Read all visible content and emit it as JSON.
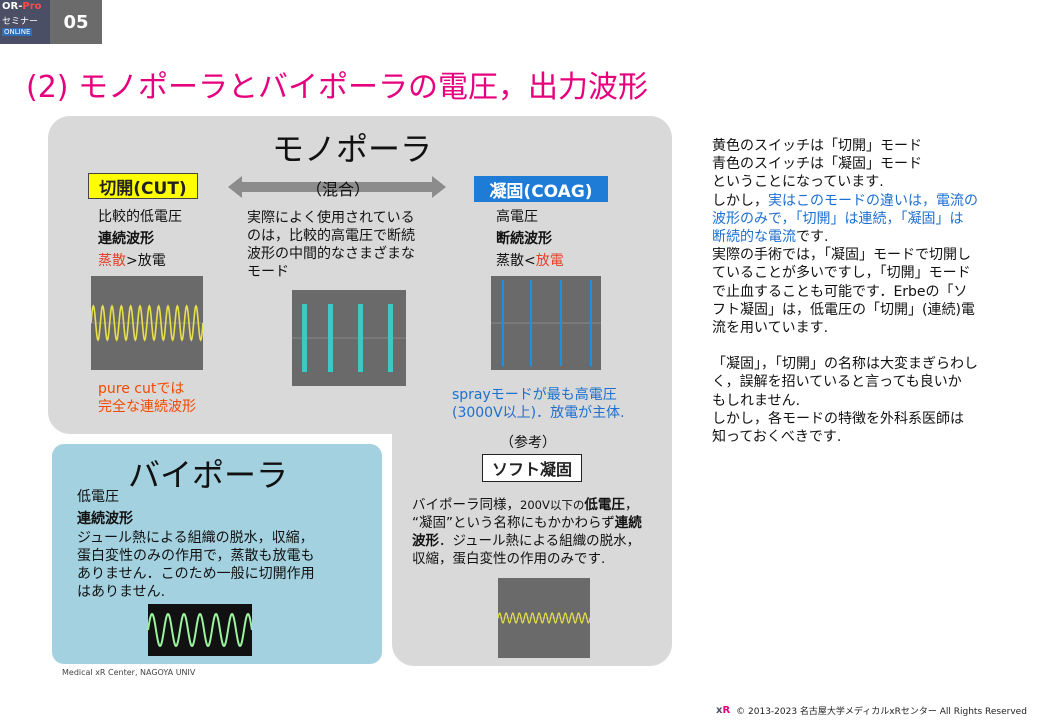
{
  "badge": {
    "logo_line1a": "OR-",
    "logo_line1b": "Pro",
    "logo_line2": "セミナー",
    "logo_line3": "ONLINE",
    "number": "05"
  },
  "title": "(2) モノポーラとバイポーラの電圧，出力波形",
  "monopolar": {
    "title": "モノポーラ",
    "cut": {
      "tag": "切開(CUT)",
      "line1": "比較的低電圧",
      "line2": "連続波形",
      "line3a": "蒸散",
      "line3b": ">放電",
      "note_line1": "pure cutでは",
      "note_line2": "完全な連続波形"
    },
    "mixed": {
      "label": "（混合）",
      "line1": "実際によく使用されている",
      "line2": "のは，比較的高電圧で断続",
      "line3": "波形の中間的なさまざまな",
      "line4": "モード"
    },
    "coag": {
      "tag": "凝固(COAG)",
      "line1": "高電圧",
      "line2": "断続波形",
      "line3a": "蒸散<",
      "line3b": "放電",
      "note_line1": "sprayモードが最も高電圧",
      "note_line2": "(3000V以上)．放電が主体."
    }
  },
  "bipolar": {
    "title": "バイポーラ",
    "line1": "低電圧",
    "line2": "連続波形",
    "body1": "ジュール熱による組織の脱水，収縮，",
    "body2": "蛋白変性のみの作用で，蒸散も放電も",
    "body3": "ありません．このため一般に切開作用",
    "body4": "はありません."
  },
  "soft": {
    "ref": "（参考）",
    "tag": "ソフト凝固",
    "l1a": "バイポーラ同様，",
    "l1b": "200V以下の",
    "l1c": "低電圧",
    "l1d": "，",
    "l2a": "“凝固”という名称にもかかわらず",
    "l2b": "連続",
    "l3a": "波形",
    "l3b": "．ジュール熱による組織の脱水，",
    "l4": "収縮，蛋白変性の作用のみです."
  },
  "side": {
    "l1": "黄色のスイッチは「切開」モード",
    "l2": "青色のスイッチは「凝固」モード",
    "l3": "ということになっています.",
    "l4a": "しかし，",
    "l4b": "実はこのモードの違いは，電流の",
    "l5": "波形のみで，「切開」は連続，「凝固」は",
    "l6a": "断続的な電流",
    "l6b": "です.",
    "l7": "実際の手術では，「凝固」モードで切開し",
    "l8": "ていることが多いですし，「切開」モード",
    "l9": "で止血することも可能です．Erbeの「ソ",
    "l10": "フト凝固」は，低電圧の「切開」(連続)電",
    "l11": "流を用いています.",
    "l12": "「凝固」，「切開」の名称は大変まぎらわし",
    "l13": "く，誤解を招いていると言っても良いか",
    "l14": "もしれません.",
    "l15": "しかし，各モードの特徴を外科系医師は",
    "l16": "知っておくべきです."
  },
  "credit": "Medical xR Center, NAGOYA UNIV",
  "footer": {
    "logo_x": "x",
    "logo_r": "R",
    "text": "© 2013-2023  名古屋大学メディカルxRセンター   All Rights Reserved"
  },
  "colors": {
    "title": "#e6007e",
    "cut_tag": "#ffff00",
    "coag_tag": "#1e7bd6",
    "wave_yellow": "#e8e04a",
    "wave_cyan": "#3ec7c9",
    "wave_green": "#9cf3a0"
  }
}
